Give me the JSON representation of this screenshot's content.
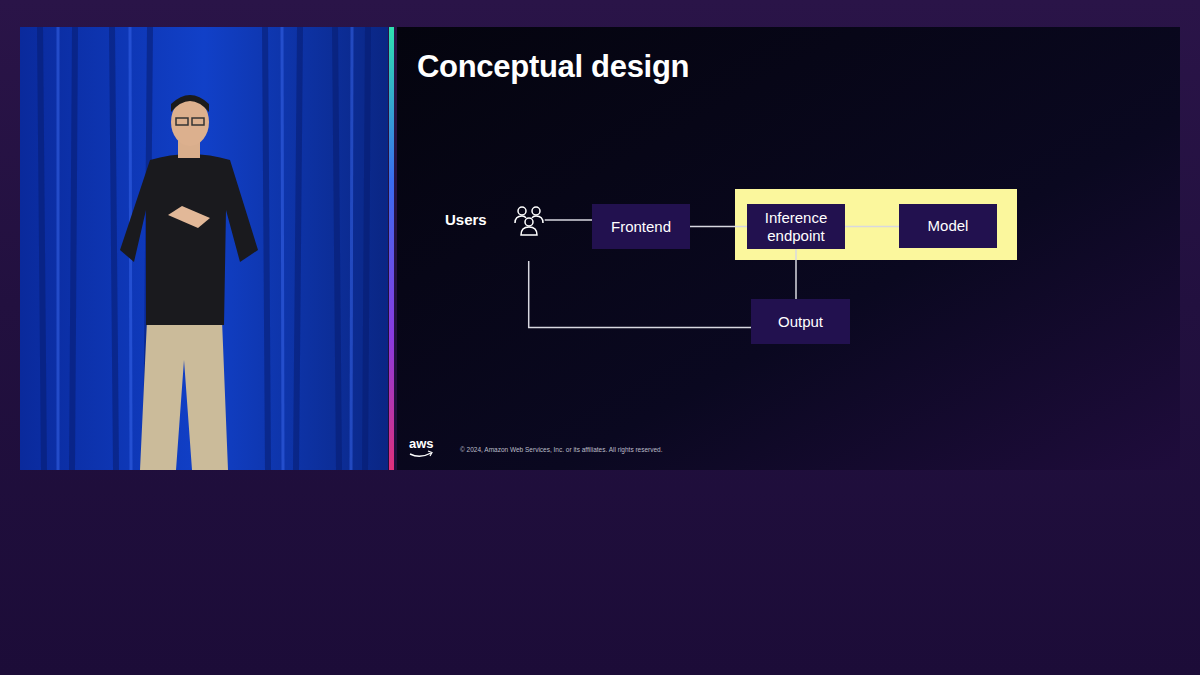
{
  "diagram": {
    "title": "Conceptual design",
    "nodes": [
      {
        "text": [
          "Users"
        ]
      },
      {
        "text": [
          "Frontend"
        ]
      },
      {
        "text": [
          "Inference endpoint"
        ]
      },
      {
        "text": [
          "Model"
        ]
      },
      {
        "text": [
          "Output"
        ]
      }
    ],
    "edges": [
      {
        "from": 0,
        "to": 1,
        "arrow": "none"
      },
      {
        "from": 1,
        "to": 2,
        "arrow": "none"
      },
      {
        "from": 2,
        "to": 3,
        "arrow": "none"
      },
      {
        "from": 2,
        "to": 4,
        "arrow": "none"
      },
      {
        "from": 4,
        "to": 0,
        "arrow": "none"
      }
    ],
    "labels": [
      "aws",
      "© 2024, Amazon Web Services, Inc. or its affiliates. All rights reserved."
    ]
  }
}
